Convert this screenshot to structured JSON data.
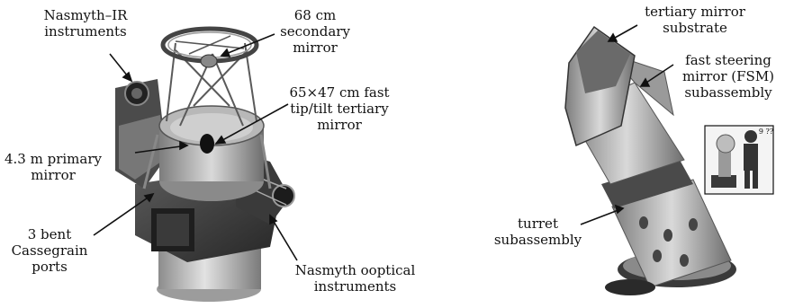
{
  "figure": {
    "left_panel": {
      "labels": {
        "nasmyth_ir": [
          "Nasmyth–IR",
          "instruments"
        ],
        "secondary": [
          "68 cm",
          "secondary",
          "mirror"
        ],
        "tertiary": [
          "65×47 cm fast",
          "tip/tilt tertiary",
          "mirror"
        ],
        "primary": [
          "4.3 m primary",
          "mirror"
        ],
        "cassegrain": [
          "3 bent",
          "Cassegrain",
          "ports"
        ],
        "nasmyth_opt": [
          "Nasmyth ooptical",
          "instruments"
        ]
      }
    },
    "right_panel": {
      "labels": {
        "tertiary_substrate": [
          "tertiary mirror",
          "substrate"
        ],
        "fsm": [
          "fast steering",
          "mirror (FSM)",
          "subassembly"
        ],
        "turret": [
          "turret",
          "subassembly"
        ],
        "scale_hint": "9 ??"
      }
    }
  },
  "colors": {
    "ink": "#111111",
    "metal_light": "#d4d4d4",
    "metal_mid": "#9a9a9a",
    "metal_dark": "#3a3a3a",
    "background": "#ffffff"
  }
}
